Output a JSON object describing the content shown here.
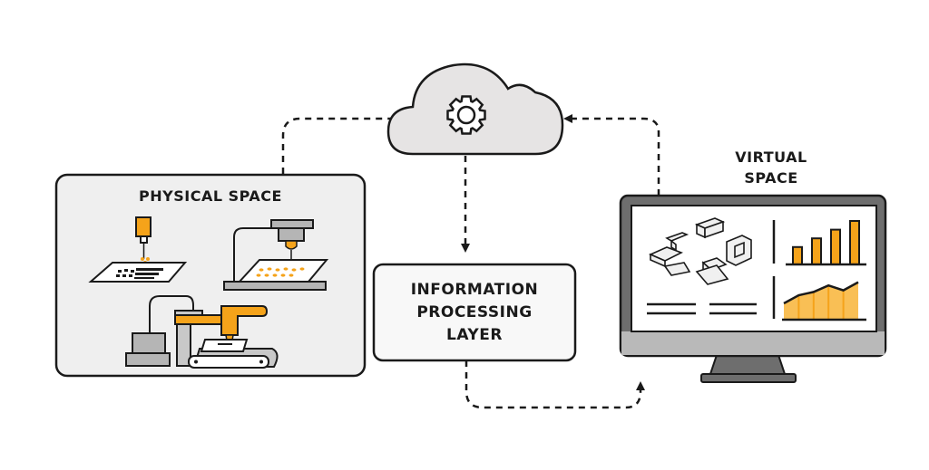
{
  "diagram": {
    "physical_space": {
      "title": "PHYSICAL SPACE",
      "machines": [
        "laser-engraver",
        "cnc-dispenser",
        "robotic-arm-conveyor"
      ]
    },
    "cloud": {
      "icon": "gear-icon"
    },
    "information_layer": {
      "line1": "INFORMATION",
      "line2": "PROCESSING",
      "line3": "LAYER"
    },
    "virtual_space": {
      "line1": "VIRTUAL",
      "line2": "SPACE",
      "bar_values": [
        2,
        3,
        4,
        5
      ],
      "area_values": [
        2,
        3,
        3.4,
        4.2,
        3.6,
        4.6
      ]
    },
    "flows": [
      {
        "from": "physical-space",
        "to": "cloud"
      },
      {
        "from": "cloud",
        "to": "information-processing-layer"
      },
      {
        "from": "information-processing-layer",
        "to": "virtual-space"
      },
      {
        "from": "virtual-space",
        "to": "cloud"
      }
    ],
    "colors": {
      "accent": "#f5a31a",
      "outline": "#1a1a1a",
      "panel": "#efefef",
      "gray": "#b5b5b5",
      "dark_gray": "#6e6e6e"
    }
  }
}
